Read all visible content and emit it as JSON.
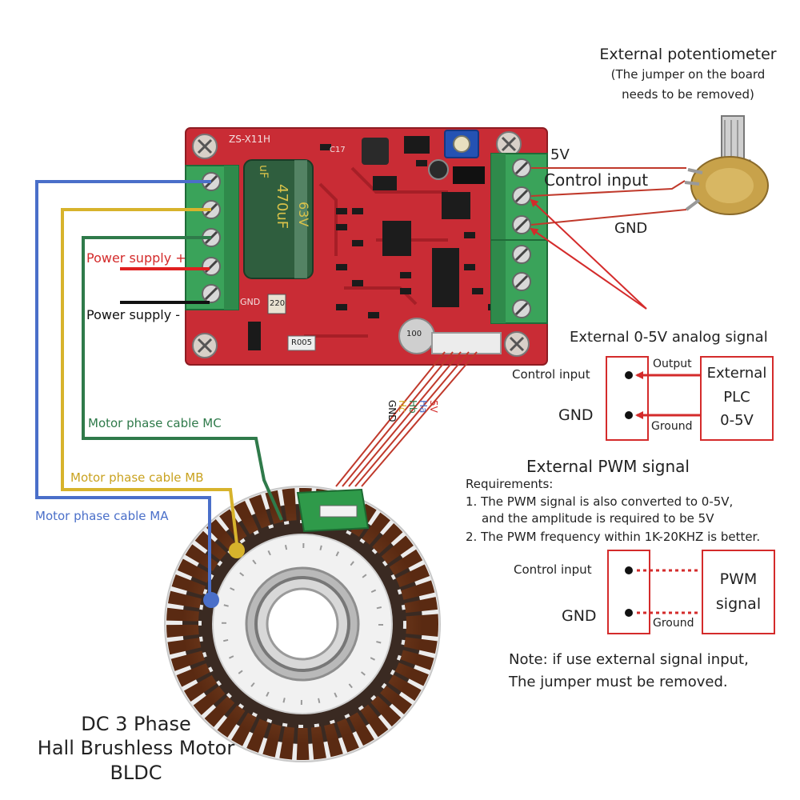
{
  "potentiometer": {
    "title": "External potentiometer",
    "note_line1": "(The jumper on the board",
    "note_line2": "needs to be removed)",
    "pin_5v": "5V",
    "pin_control": "Control input",
    "pin_gnd": "GND"
  },
  "board": {
    "model": "ZS-X11H",
    "cap_label1": "470uF",
    "cap_label2": "63V",
    "cap_label3": "uF",
    "gnd_silk": "GND",
    "resistor_label": "R005",
    "small_cap_label": "100",
    "part_220": "220",
    "part_c17": "C17",
    "power_plus_label": "Power supply +",
    "power_minus_label": "Power supply -",
    "hall_pins": [
      "5V",
      "Ha",
      "Hb",
      "Hc",
      "GND"
    ]
  },
  "analog": {
    "title": "External 0-5V analog signal",
    "control_input": "Control input",
    "gnd": "GND",
    "output": "Output",
    "ground": "Ground",
    "plc_line1": "External",
    "plc_line2": "PLC",
    "plc_line3": "0-5V"
  },
  "pwm": {
    "title": "External PWM signal",
    "req_title": "Requirements:",
    "req1a": "1. The PWM signal is also converted to 0-5V,",
    "req1b": "and the amplitude is required to be 5V",
    "req2": "2. The PWM frequency within 1K-20KHZ is better.",
    "control_input": "Control input",
    "gnd": "GND",
    "ground": "Ground",
    "box_line1": "PWM",
    "box_line2": "signal"
  },
  "note": {
    "line1": "Note:  if use external signal input,",
    "line2": "The jumper must be removed."
  },
  "motor": {
    "cable_mc": "Motor phase cable MC",
    "cable_mb": "Motor phase cable MB",
    "cable_ma": "Motor phase cable MA",
    "title1": "DC 3 Phase",
    "title2": "Hall Brushless Motor",
    "title3": "BLDC"
  },
  "colors": {
    "wire_ma": "#4a6fc9",
    "wire_mb": "#d7b32c",
    "wire_mc": "#2f7a4a",
    "wire_power_plus": "#e02020",
    "wire_power_minus": "#111111",
    "board_red": "#c92c35",
    "terminal_green": "#3aa35a",
    "annot_red": "#d42b2b"
  }
}
